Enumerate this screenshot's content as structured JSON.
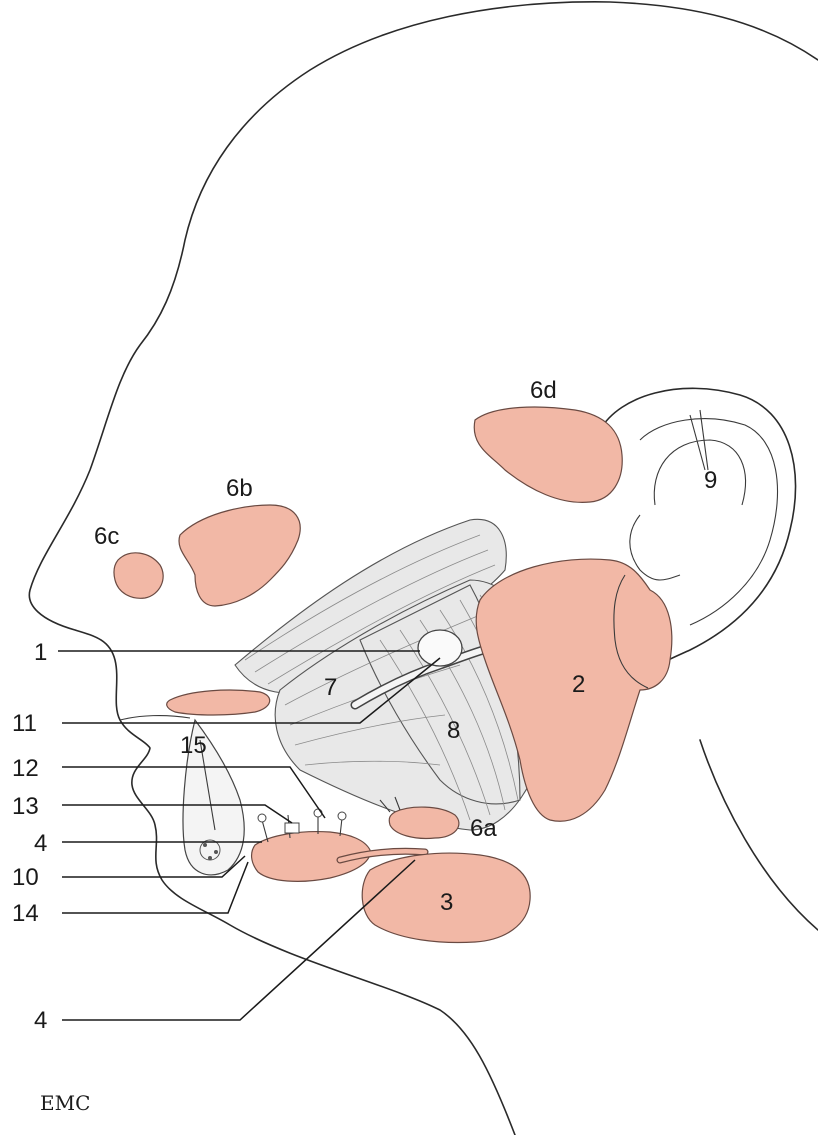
{
  "labels": {
    "l1": "1",
    "l2": "2",
    "l3": "3",
    "l4a": "4",
    "l4b": "4",
    "l6a": "6a",
    "l6b": "6b",
    "l6c": "6c",
    "l6d": "6d",
    "l7": "7",
    "l8": "8",
    "l9": "9",
    "l10": "10",
    "l11": "11",
    "l12": "12",
    "l13": "13",
    "l14": "14",
    "l15": "15"
  },
  "logo": "EMC",
  "colors": {
    "gland": "#f2b8a6",
    "outline": "#2a2a2a",
    "muscle": "#e8e8e8"
  }
}
